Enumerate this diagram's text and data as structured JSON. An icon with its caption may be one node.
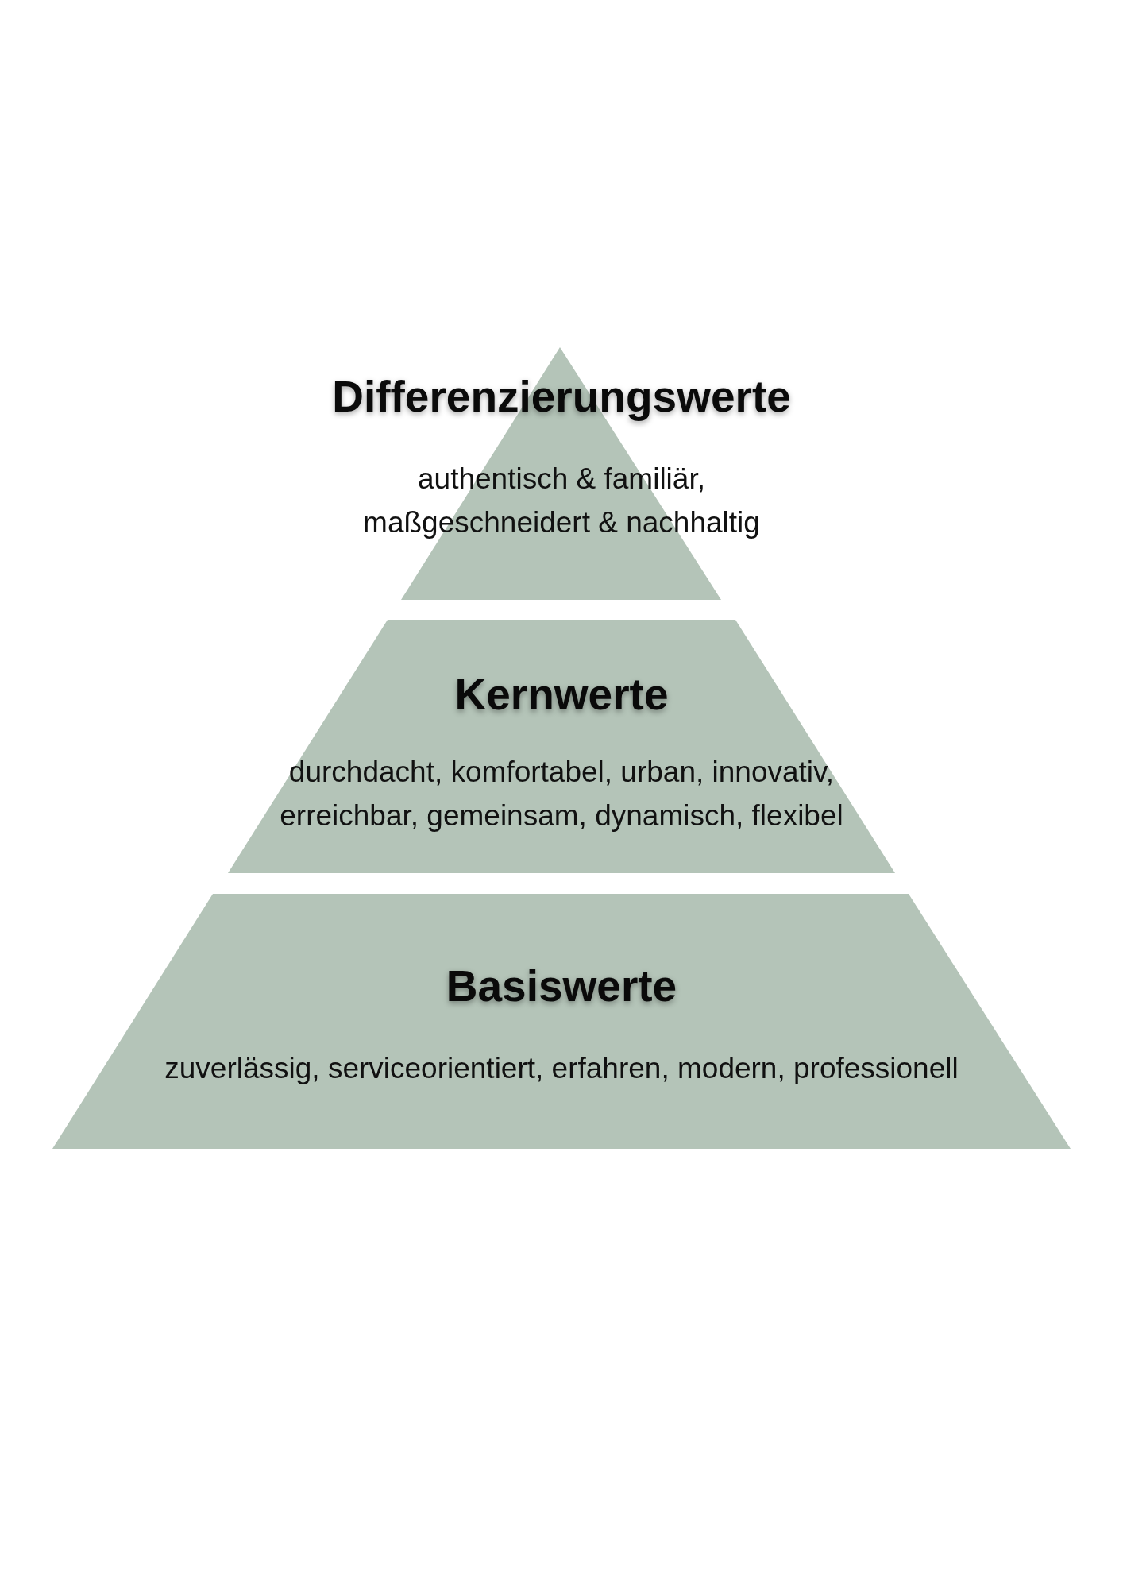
{
  "diagram": {
    "nodes": [
      {
        "text": [
          "Differenzierungswerte",
          "authentisch & familiär, maßgeschneidert & nachhaltig"
        ]
      },
      {
        "text": [
          "Kernwerte",
          "durchdacht, komfortabel, urban, innovativ, erreichbar, gemeinsam, dynamisch, flexibel"
        ]
      },
      {
        "text": [
          "Basiswerte",
          "zuverlässig, serviceorientiert, erfahren, modern, professionell"
        ]
      }
    ]
  }
}
